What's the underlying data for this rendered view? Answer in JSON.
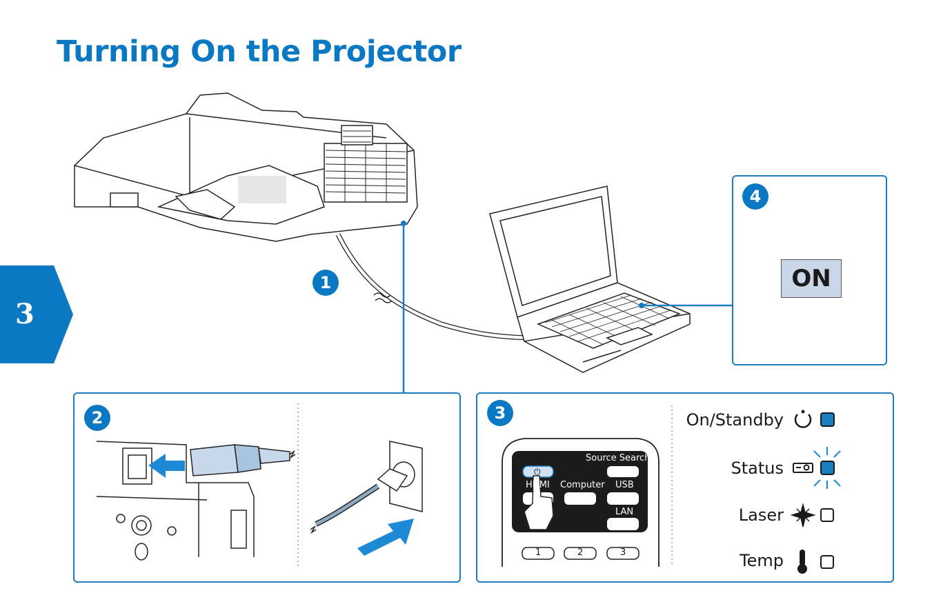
{
  "page": {
    "title": "Turning On the Projector",
    "chapter": "3"
  },
  "steps": {
    "step1": "1",
    "step2": "2",
    "step3": "3",
    "step4": "4"
  },
  "step4_panel": {
    "on_button": "ON"
  },
  "remote": {
    "source_search": "Source Search",
    "hdmi": "HDMI",
    "computer": "Computer",
    "usb": "USB",
    "lan": "LAN",
    "keys": [
      "1",
      "2",
      "3"
    ]
  },
  "indicators": [
    {
      "label": "On/Standby",
      "icon": "power-icon",
      "state": "on"
    },
    {
      "label": "Status",
      "icon": "projector-icon",
      "state": "flashing"
    },
    {
      "label": "Laser",
      "icon": "laser-icon",
      "state": "off"
    },
    {
      "label": "Temp",
      "icon": "thermometer-icon",
      "state": "off"
    }
  ],
  "colors": {
    "accent": "#0a78c2",
    "indicator_on": "#1a7dc0"
  }
}
